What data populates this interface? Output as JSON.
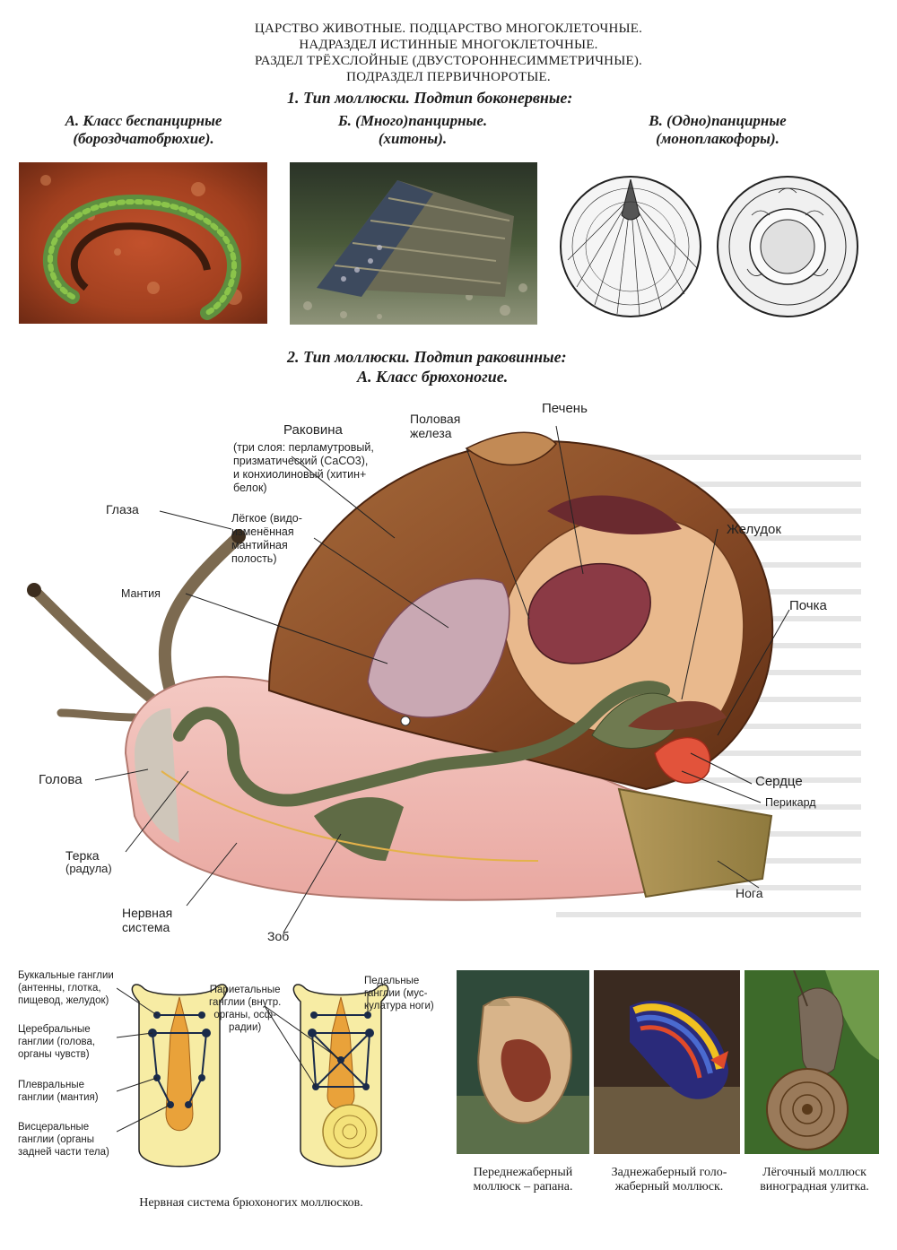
{
  "header": {
    "line1": "ЦАРСТВО ЖИВОТНЫЕ. ПОДЦАРСТВО МНОГОКЛЕТОЧНЫЕ.",
    "line2": "НАДРАЗДЕЛ ИСТИННЫЕ МНОГОКЛЕТОЧНЫЕ.",
    "line3": "РАЗДЕЛ ТРЁХСЛОЙНЫЕ (ДВУСТОРОННЕСИММЕТРИЧНЫЕ).",
    "line4": "ПОДРАЗДЕЛ ПЕРВИЧНОРОТЫЕ."
  },
  "section1": {
    "title": "1.   Тип моллюски. Подтип боконервные:",
    "classes": [
      {
        "line1": "А. Класс беспанцирные",
        "line2": "(бороздчатобрюхие)."
      },
      {
        "line1": "Б. (Много)панцирные.",
        "line2": "(хитоны)."
      },
      {
        "line1": "В. (Одно)панцирные",
        "line2": "(моноплакофоры)."
      }
    ]
  },
  "section2": {
    "title_line1": "2. Тип моллюски. Подтип раковинные:",
    "title_line2": "А. Класс брюхоногие."
  },
  "snail_labels": {
    "shell": "Раковина",
    "shell_desc1": "(три слоя: перламутровый,",
    "shell_desc2": "призматический (СаСО3),",
    "shell_desc3": "и конхиолиновый (хитин+",
    "shell_desc4": "белок)",
    "gonad1": "Половая",
    "gonad2": "железа",
    "liver": "Печень",
    "eyes": "Глаза",
    "lung1": "Лёгкое (видо-",
    "lung2": "изменённая",
    "lung3": "мантийная",
    "lung4": "полость)",
    "stomach": "Желудок",
    "mantle": "Мантия",
    "kidney": "Почка",
    "head": "Голова",
    "heart": "Сердце",
    "pericard": "Перикард",
    "radula1": "Терка",
    "radula2": "(радула)",
    "nerve1": "Нервная",
    "nerve2": "система",
    "crop": "Зоб",
    "foot": "Нога"
  },
  "nervous": {
    "buccal1": "Буккальные ганглии",
    "buccal2": "(антенны, глотка,",
    "buccal3": "пищевод, желудок)",
    "cerebral1": "Церебральные",
    "cerebral2": "ганглии (голова,",
    "cerebral3": "органы чувств)",
    "pleural1": "Плевральные",
    "pleural2": "ганглии (мантия)",
    "visceral1": "Висцеральные",
    "visceral2": "ганглии (органы",
    "visceral3": "задней части тела)",
    "parietal1": "Париетальные",
    "parietal2": "ганглии (внутр.",
    "parietal3": "органы, осф-",
    "parietal4": "радии)",
    "pedal1": "Педальные",
    "pedal2": "ганглии (мус-",
    "pedal3": "кулатура ноги)",
    "caption": "Нервная система брюхоногих моллюсков."
  },
  "photo_captions": {
    "rapana1": "Переднежаберный",
    "rapana2": "моллюск – рапана.",
    "nudi1": "Заднежаберный голо-",
    "nudi2": "жаберный моллюск.",
    "snail1": "Лёгочный моллюск",
    "snail2": "виноградная улитка."
  }
}
